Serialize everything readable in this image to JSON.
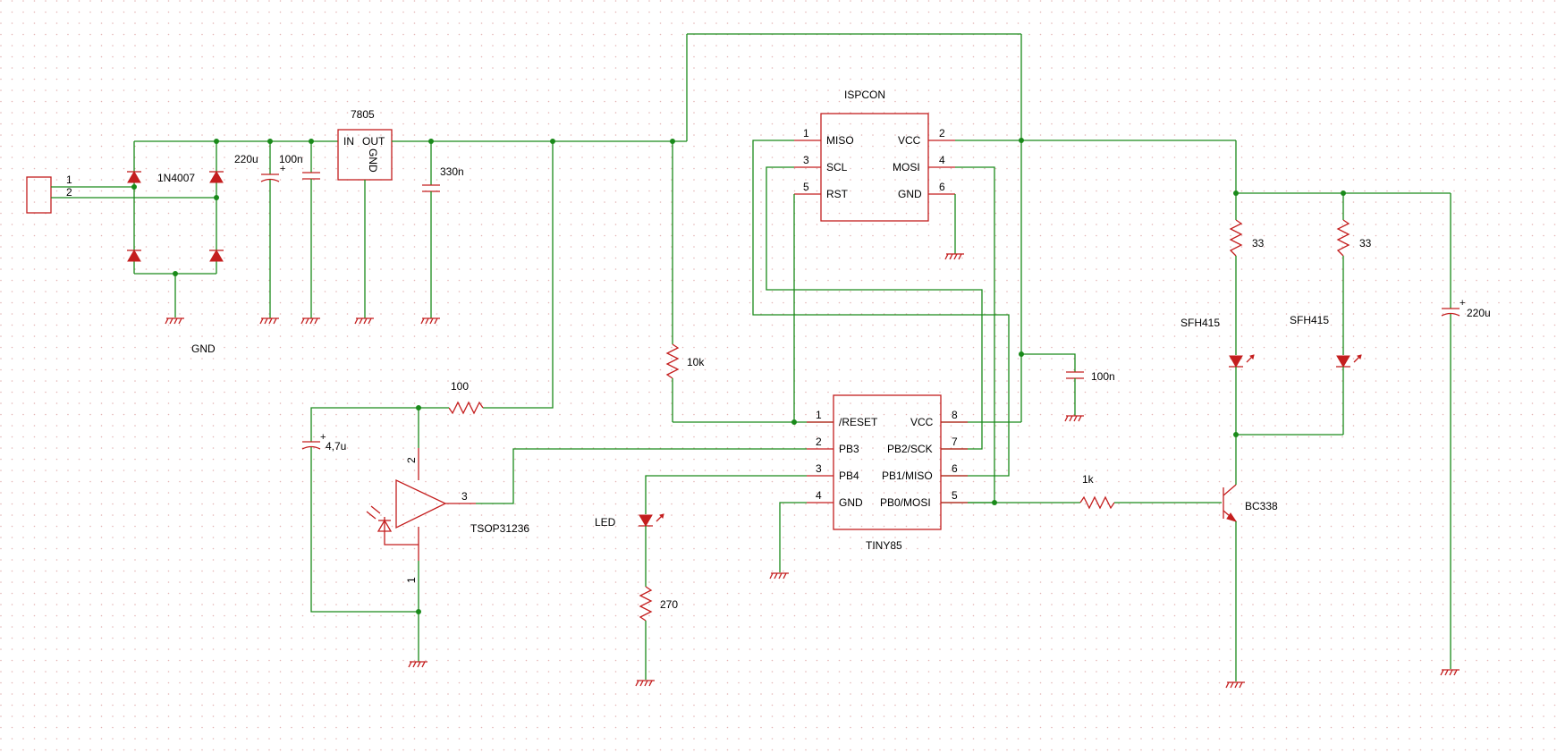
{
  "connector": {
    "pin1": "1",
    "pin2": "2"
  },
  "bridge": {
    "name": "1N4007",
    "ground_label": "GND"
  },
  "input_caps": {
    "c1": "220u",
    "c2": "100n"
  },
  "regulator": {
    "name": "7805",
    "in": "IN",
    "out": "OUT",
    "gnd": "GND"
  },
  "output_cap": {
    "value": "330n"
  },
  "ispcon": {
    "name": "ISPCON",
    "pins": [
      {
        "num": "1",
        "name": "MISO"
      },
      {
        "num": "3",
        "name": "SCL"
      },
      {
        "num": "5",
        "name": "RST"
      },
      {
        "num": "2",
        "name": "VCC"
      },
      {
        "num": "4",
        "name": "MOSI"
      },
      {
        "num": "6",
        "name": "GND"
      }
    ]
  },
  "resistors": {
    "r_pullup": "10k",
    "r_ir": "100",
    "r_led": "270",
    "r_base": "1k",
    "r_s1": "33",
    "r_s2": "33"
  },
  "tsop": {
    "name": "TSOP31236",
    "pin2": "2",
    "pin3": "3",
    "pin1": "1",
    "cap": "4,7u"
  },
  "tiny85": {
    "name": "TINY85",
    "pins": [
      {
        "num": "1",
        "name": "/RESET"
      },
      {
        "num": "2",
        "name": "PB3"
      },
      {
        "num": "3",
        "name": "PB4"
      },
      {
        "num": "4",
        "name": "GND"
      },
      {
        "num": "8",
        "name": "VCC"
      },
      {
        "num": "7",
        "name": "PB2/SCK"
      },
      {
        "num": "6",
        "name": "PB1/MISO"
      },
      {
        "num": "5",
        "name": "PB0/MOSI"
      }
    ]
  },
  "decoupling": {
    "value": "100n"
  },
  "led": {
    "name": "LED"
  },
  "ir_leds": {
    "d1": "SFH415",
    "d2": "SFH415"
  },
  "transistor": {
    "name": "BC338"
  },
  "reservoir_cap": {
    "value": "220u"
  },
  "colors": {
    "wire": "#1a8a1a",
    "component": "#c41e1e",
    "grid": "#e3b5b5"
  }
}
